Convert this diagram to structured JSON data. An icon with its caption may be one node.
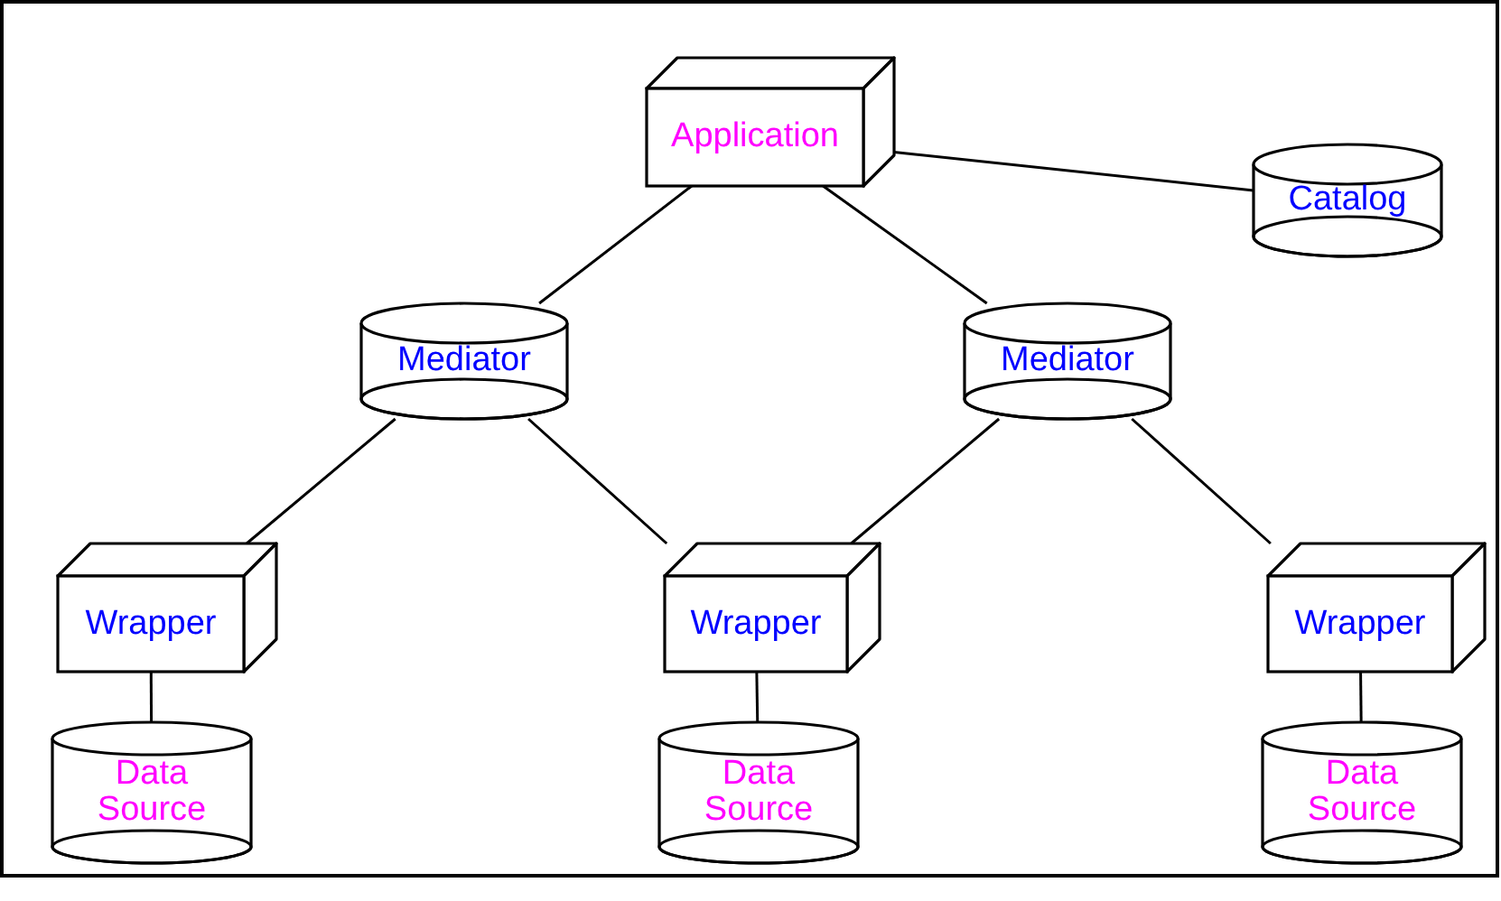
{
  "diagram": {
    "nodes": [
      {
        "text": [
          "Application"
        ]
      },
      {
        "text": [
          "Catalog"
        ]
      },
      {
        "text": [
          "Mediator"
        ]
      },
      {
        "text": [
          "Mediator"
        ]
      },
      {
        "text": [
          "Wrapper"
        ]
      },
      {
        "text": [
          "Wrapper"
        ]
      },
      {
        "text": [
          "Wrapper"
        ]
      },
      {
        "text": [
          "Data Source"
        ]
      },
      {
        "text": [
          "Data Source"
        ]
      },
      {
        "text": [
          "Data Source"
        ]
      }
    ],
    "edges": [
      {
        "from": 0,
        "to": 2,
        "arrow": "none"
      },
      {
        "from": 0,
        "to": 3,
        "arrow": "none"
      },
      {
        "from": 0,
        "to": 1,
        "arrow": "none"
      },
      {
        "from": 2,
        "to": 4,
        "arrow": "none"
      },
      {
        "from": 2,
        "to": 5,
        "arrow": "none"
      },
      {
        "from": 3,
        "to": 5,
        "arrow": "none"
      },
      {
        "from": 3,
        "to": 6,
        "arrow": "none"
      },
      {
        "from": 4,
        "to": 7,
        "arrow": "none"
      },
      {
        "from": 5,
        "to": 8,
        "arrow": "none"
      },
      {
        "from": 6,
        "to": 9,
        "arrow": "none"
      }
    ]
  }
}
